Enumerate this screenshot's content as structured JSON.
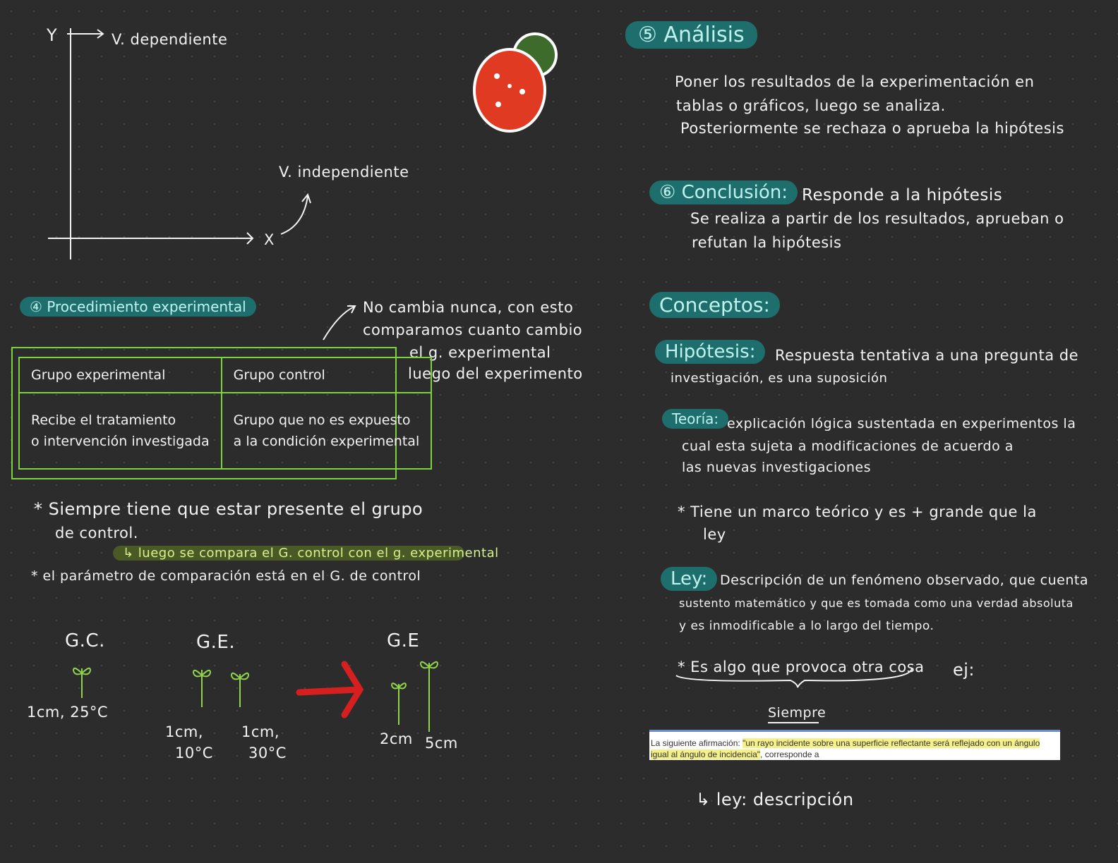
{
  "graph": {
    "y_label": "Y",
    "x_label": "X",
    "dependent": "V. dependiente",
    "independent": "V. independiente"
  },
  "procedure": {
    "title": "④ Procedimiento experimental",
    "note": [
      "No cambia nunca, con esto",
      "comparamos cuanto cambio",
      "el g. experimental",
      "luego del experimento"
    ],
    "table": {
      "headers": [
        "Grupo experimental",
        "Grupo control"
      ],
      "cells": [
        [
          "Recibe el tratamiento",
          "o intervención investigada"
        ],
        [
          "Grupo que no es expuesto",
          "a la condición experimental"
        ]
      ]
    },
    "notes": [
      "* Siempre tiene que estar presente el grupo",
      "de control.",
      "↳ luego se compara el G. control con el g. experimental",
      "* el parámetro de comparación está en el G. de control"
    ]
  },
  "plants": {
    "gc": "G.C.",
    "gc_value": "1cm, 25°C",
    "ge": "G.E.",
    "ge_values": [
      "1cm,",
      "10°C",
      "1cm,",
      "30°C"
    ],
    "ge2": "G.E",
    "ge2_values": [
      "2cm",
      "5cm"
    ]
  },
  "analysis": {
    "title": "⑤ Análisis",
    "lines": [
      "Poner los resultados de la experimentación en",
      "tablas o gráficos, luego se analiza.",
      "Posteriormente se rechaza o aprueba la hipótesis"
    ]
  },
  "conclusion": {
    "title": "⑥ Conclusión:",
    "lead": "Responde a la hipótesis",
    "lines": [
      "Se realiza a partir de los resultados, aprueban o",
      "refutan la hipótesis"
    ]
  },
  "concepts": {
    "title": "Conceptos:",
    "hypothesis": {
      "label": "Hipótesis:",
      "lines": [
        "Respuesta tentativa a una pregunta de",
        "investigación, es una suposición"
      ]
    },
    "theory": {
      "label": "Teoría:",
      "lines": [
        "explicación lógica sustentada en experimentos la",
        "cual esta sujeta a modificaciones de acuerdo a",
        "las nuevas investigaciones"
      ],
      "note": [
        "* Tiene un marco teórico y es + grande que la",
        "ley"
      ]
    },
    "law": {
      "label": "Ley:",
      "lines": [
        "Descripción de un fenómeno observado, que cuenta",
        "sustento matemático y que es tomada como una verdad absoluta",
        "y es inmodificable a lo largo del tiempo."
      ],
      "note": "* Es algo que provoca otra cosa",
      "ej": "ej:",
      "always": "Siempre"
    },
    "example": {
      "prefix": "La siguiente afirmación: ",
      "quote1": "\"un rayo incidente sobre una superficie reflectante será reflejado con un ángulo",
      "quote2": "igual al ángulo de incidencia\"",
      "suffix": ", corresponde a"
    },
    "answer": "↳ ley: descripción"
  }
}
